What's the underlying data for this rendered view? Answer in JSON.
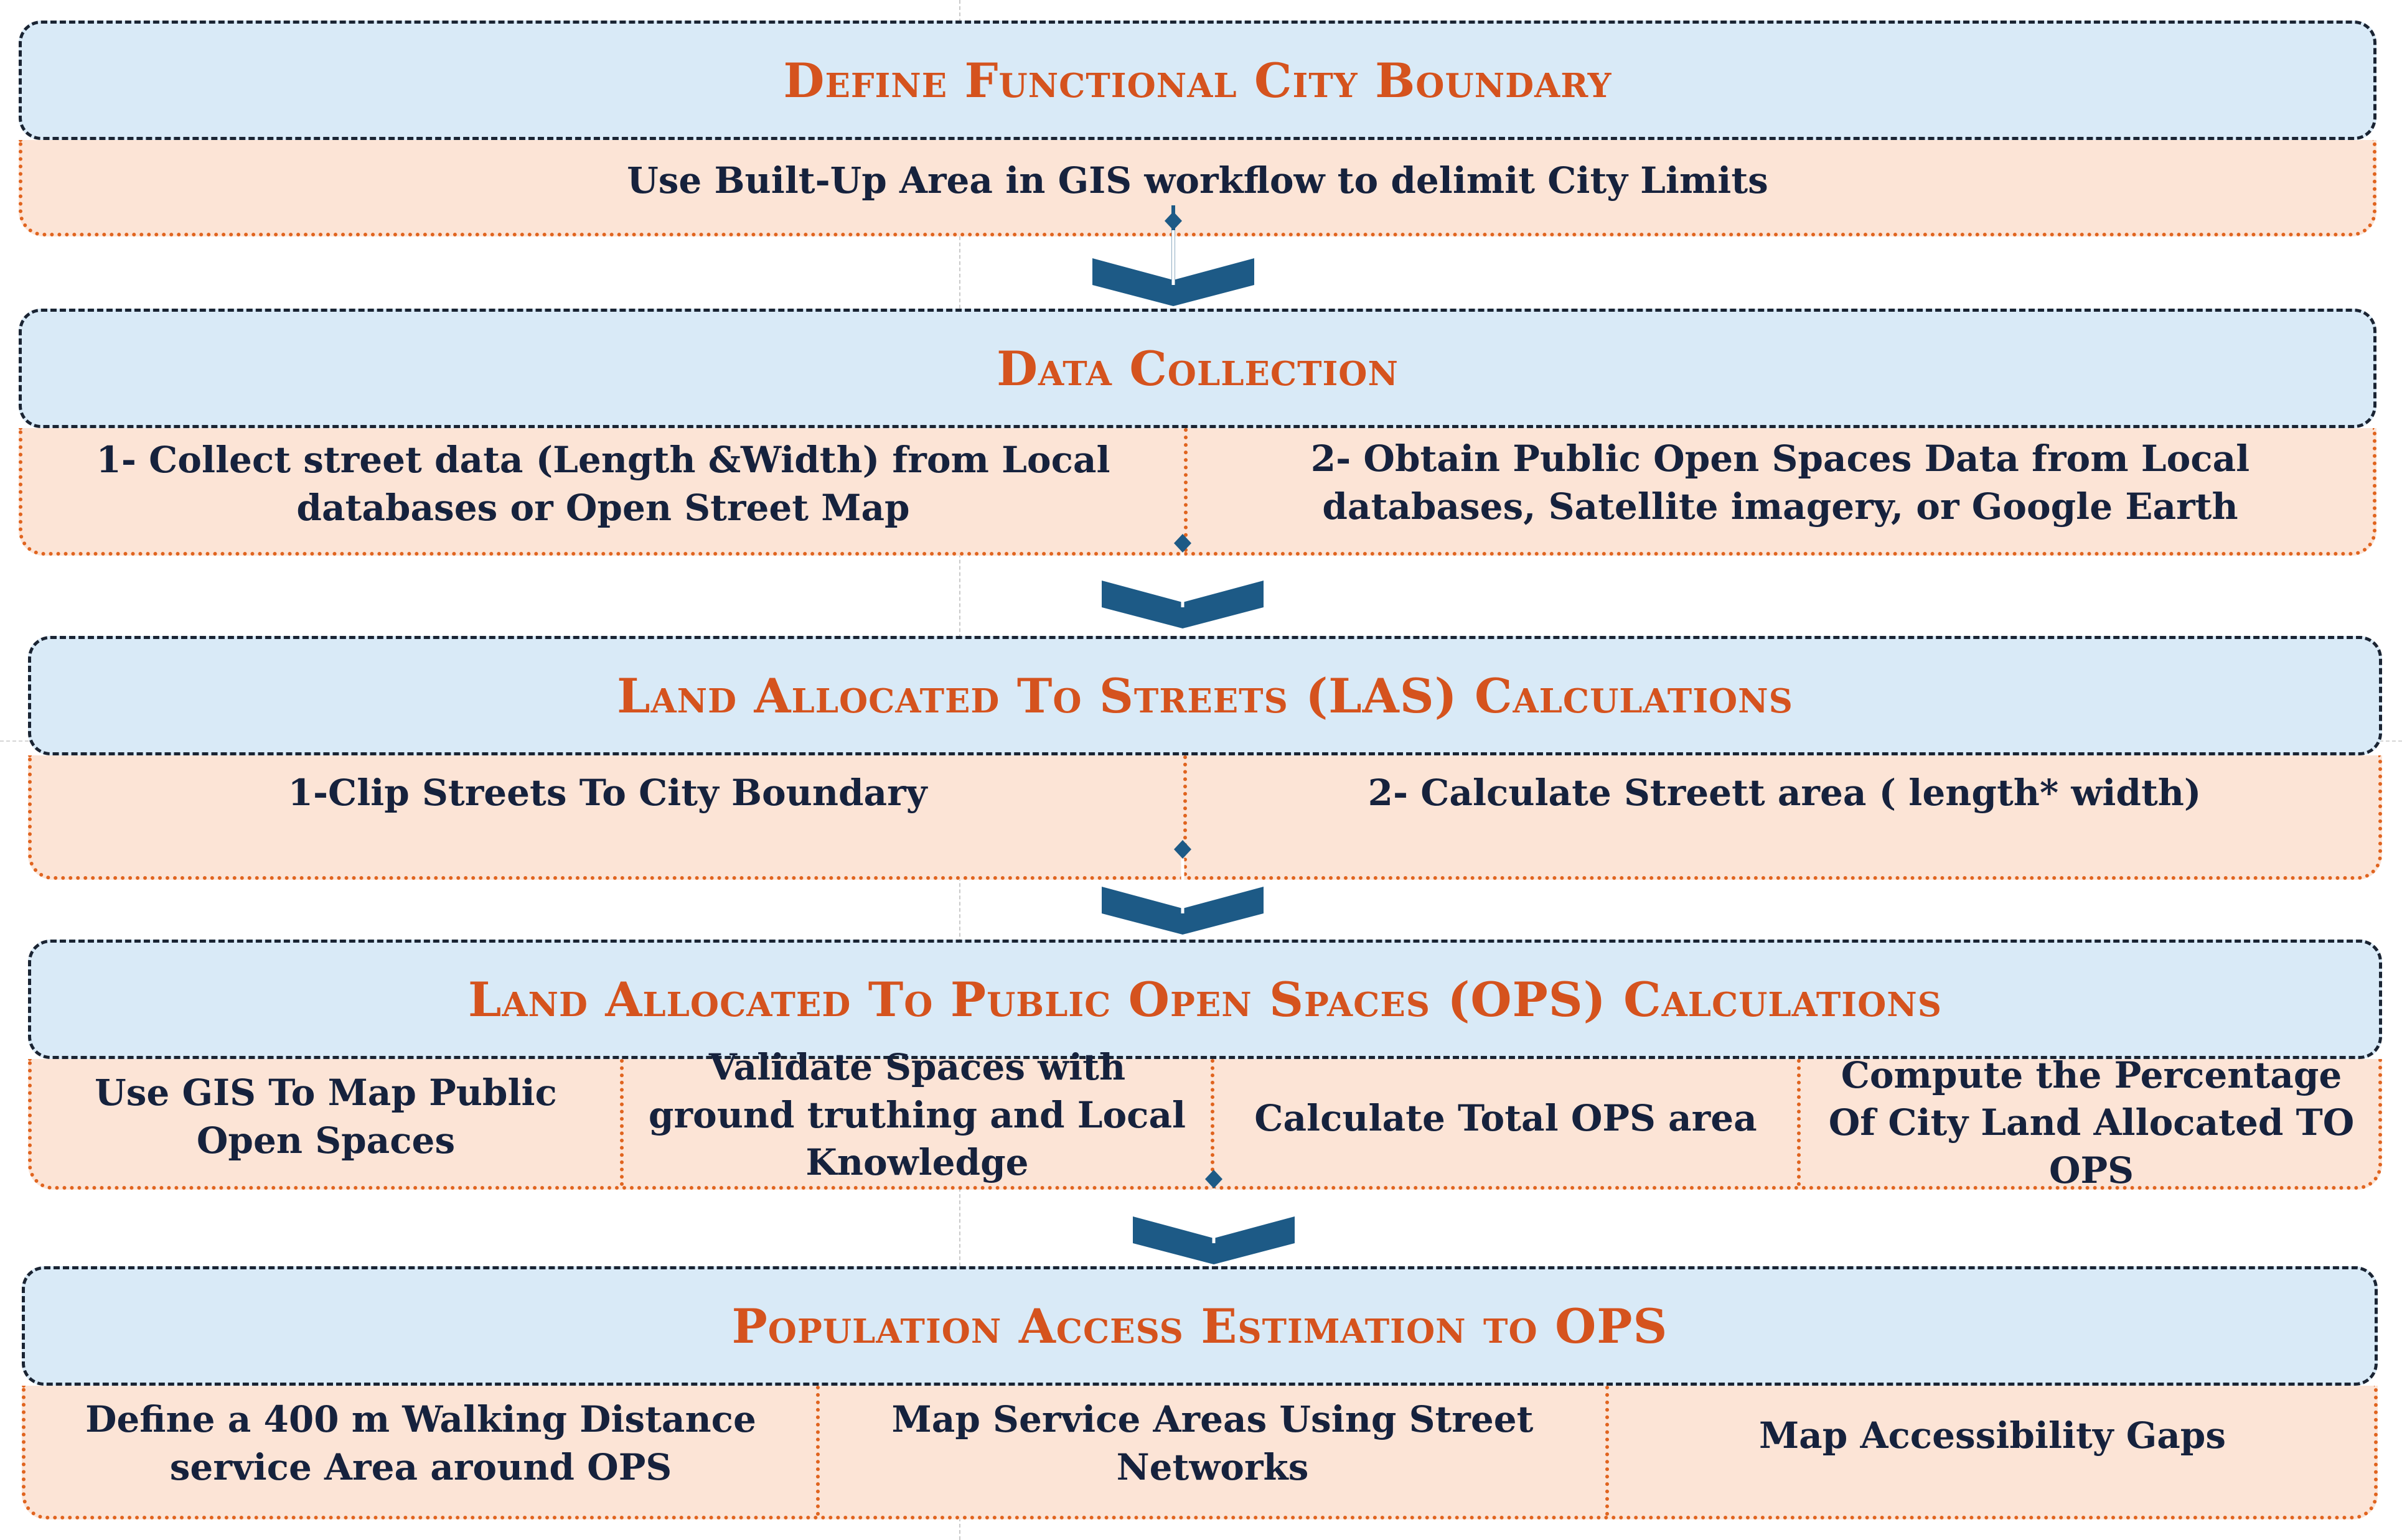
{
  "stages": [
    {
      "title": "Define Functional City Boundary",
      "items": [
        "Use Built-Up Area in GIS workflow to delimit City Limits"
      ]
    },
    {
      "title": "Data Collection",
      "items": [
        "1- Collect street data (Length &Width) from Local databases or Open Street Map",
        "2- Obtain Public Open Spaces Data from Local databases, Satellite imagery, or Google Earth"
      ]
    },
    {
      "title": "Land Allocated To Streets (LAS) Calculations",
      "items": [
        "1-Clip Streets To City Boundary",
        "2- Calculate Streett area ( length* width)"
      ]
    },
    {
      "title": "Land Allocated To Public Open Spaces (OPS) Calculations",
      "items": [
        "Use GIS To Map Public Open Spaces",
        "Validate Spaces with ground truthing and Local Knowledge",
        "Calculate Total  OPS area",
        "Compute the Percentage Of City Land Allocated  TO OPS"
      ]
    },
    {
      "title": "Population Access Estimation to OPS",
      "items": [
        "Define a 400 m Walking Distance service Area around OPS",
        "Map Service Areas Using Street Networks",
        "Map Accessibility Gaps"
      ]
    }
  ],
  "colors": {
    "header_fill": "#d9eaf7",
    "header_border": "#1a2433",
    "title_text": "#d5531e",
    "body_fill": "#fce4d6",
    "body_border": "#e0641f",
    "body_text": "#16223d",
    "arrow": "#1d5a86"
  }
}
